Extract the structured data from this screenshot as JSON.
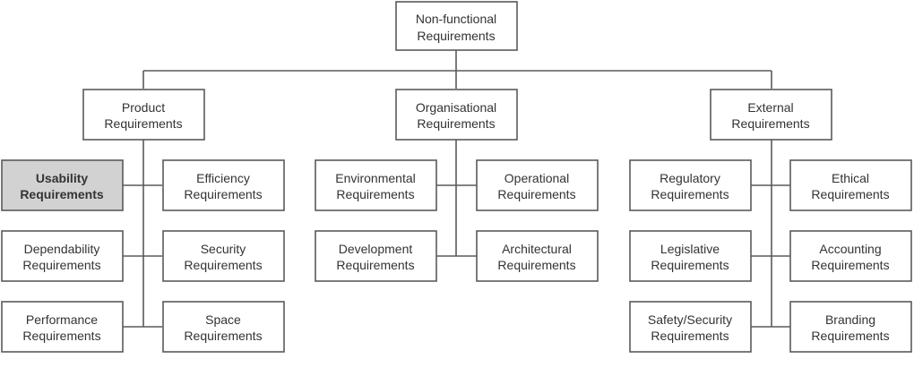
{
  "diagram": {
    "root": {
      "line1": "Non-functional",
      "line2": "Requirements"
    },
    "categories": {
      "product": {
        "line1": "Product",
        "line2": "Requirements"
      },
      "organisational": {
        "line1": "Organisational",
        "line2": "Requirements"
      },
      "external": {
        "line1": "External",
        "line2": "Requirements"
      }
    },
    "product_items": [
      {
        "line1": "Usability",
        "line2": "Requirements",
        "highlighted": true
      },
      {
        "line1": "Efficiency",
        "line2": "Requirements"
      },
      {
        "line1": "Dependability",
        "line2": "Requirements"
      },
      {
        "line1": "Security",
        "line2": "Requirements"
      },
      {
        "line1": "Performance",
        "line2": "Requirements"
      },
      {
        "line1": "Space",
        "line2": "Requirements"
      }
    ],
    "organisational_items": [
      {
        "line1": "Environmental",
        "line2": "Requirements"
      },
      {
        "line1": "Operational",
        "line2": "Requirements"
      },
      {
        "line1": "Development",
        "line2": "Requirements"
      },
      {
        "line1": "Architectural",
        "line2": "Requirements"
      }
    ],
    "external_items": [
      {
        "line1": "Regulatory",
        "line2": "Requirements"
      },
      {
        "line1": "Ethical",
        "line2": "Requirements"
      },
      {
        "line1": "Legislative",
        "line2": "Requirements"
      },
      {
        "line1": "Accounting",
        "line2": "Requirements"
      },
      {
        "line1": "Safety/Security",
        "line2": "Requirements"
      },
      {
        "line1": "Branding",
        "line2": "Requirements"
      }
    ],
    "colors": {
      "highlight_fill": "#d2d2d2",
      "border": "#5a5a5a",
      "text": "#333333"
    }
  }
}
